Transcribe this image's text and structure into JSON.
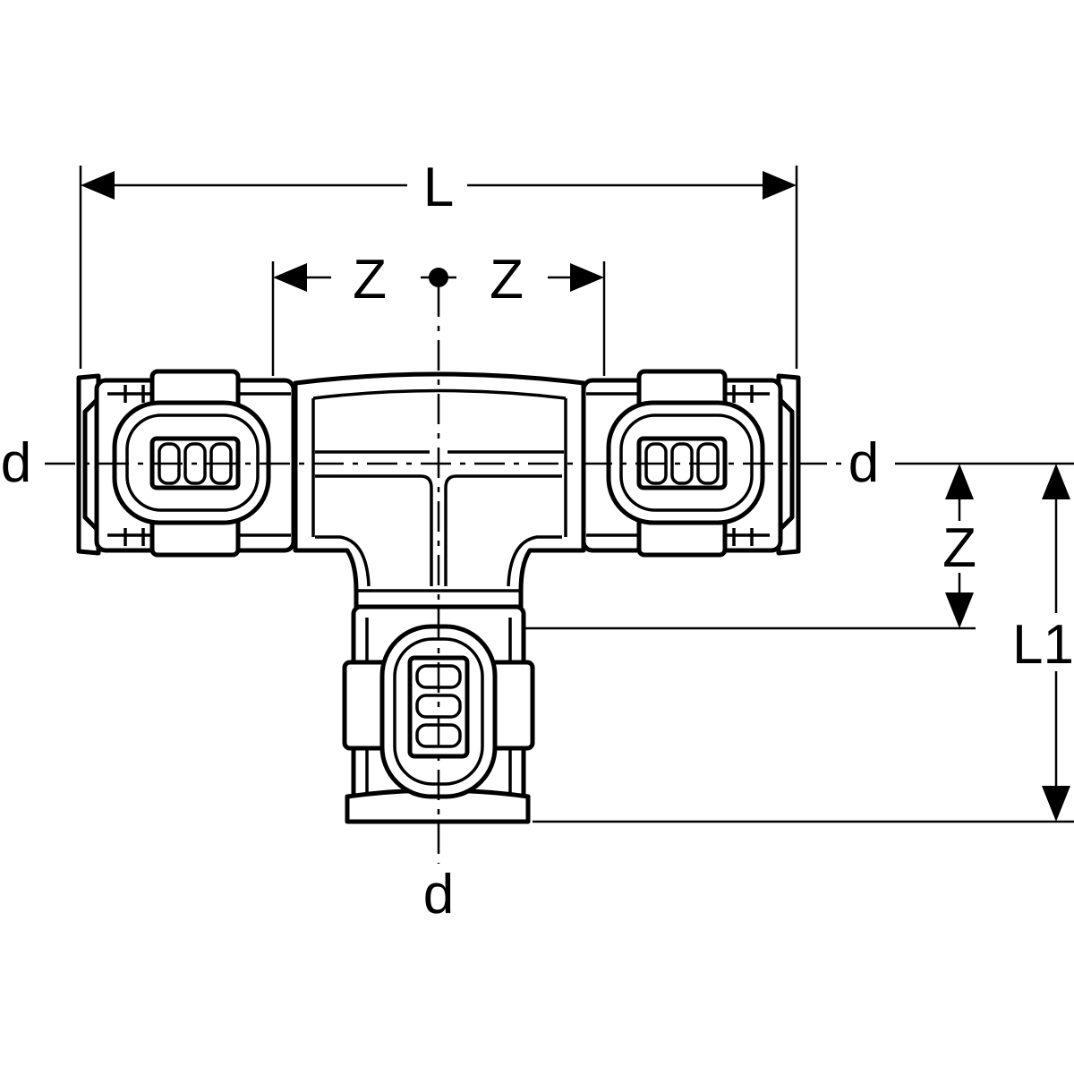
{
  "labels": {
    "length": "L",
    "length_branch": "L1",
    "z_left": "Z",
    "z_right": "Z",
    "z_branch": "Z",
    "d_left": "d",
    "d_right": "d",
    "d_bottom": "d"
  }
}
